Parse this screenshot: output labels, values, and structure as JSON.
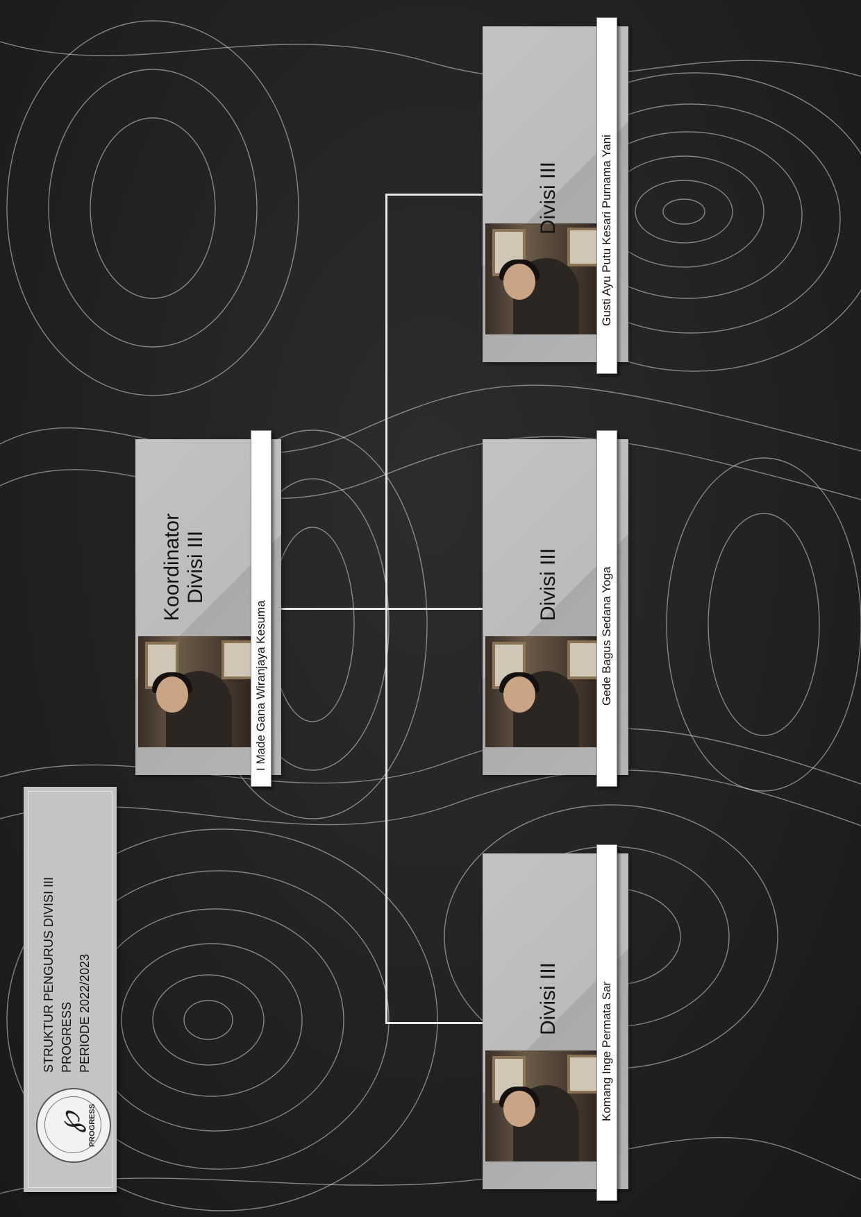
{
  "header": {
    "line1": "STRUKTUR PENGURUS DIVISI III",
    "line2": "PROGRESS",
    "line3": "PERIODE 2022/2023",
    "logo_text": "PROGRESS"
  },
  "coordinator": {
    "role_line1": "Koordinator",
    "role_line2": "Divisi III",
    "name": "I Made Gana Wiranjaya Kesuma"
  },
  "members": [
    {
      "role": "Divisi III",
      "name": "Komang Inge Permata Sar"
    },
    {
      "role": "Divisi III",
      "name": "Gede Bagus Sedana Yoga"
    },
    {
      "role": "Divisi III",
      "name": "Gusti Ayu Putu Kesari Purnama Yani"
    }
  ],
  "colors": {
    "background": "#232122",
    "card": "#b8b8b8",
    "connector": "#e8e8e8",
    "namebar": "#ffffff"
  }
}
